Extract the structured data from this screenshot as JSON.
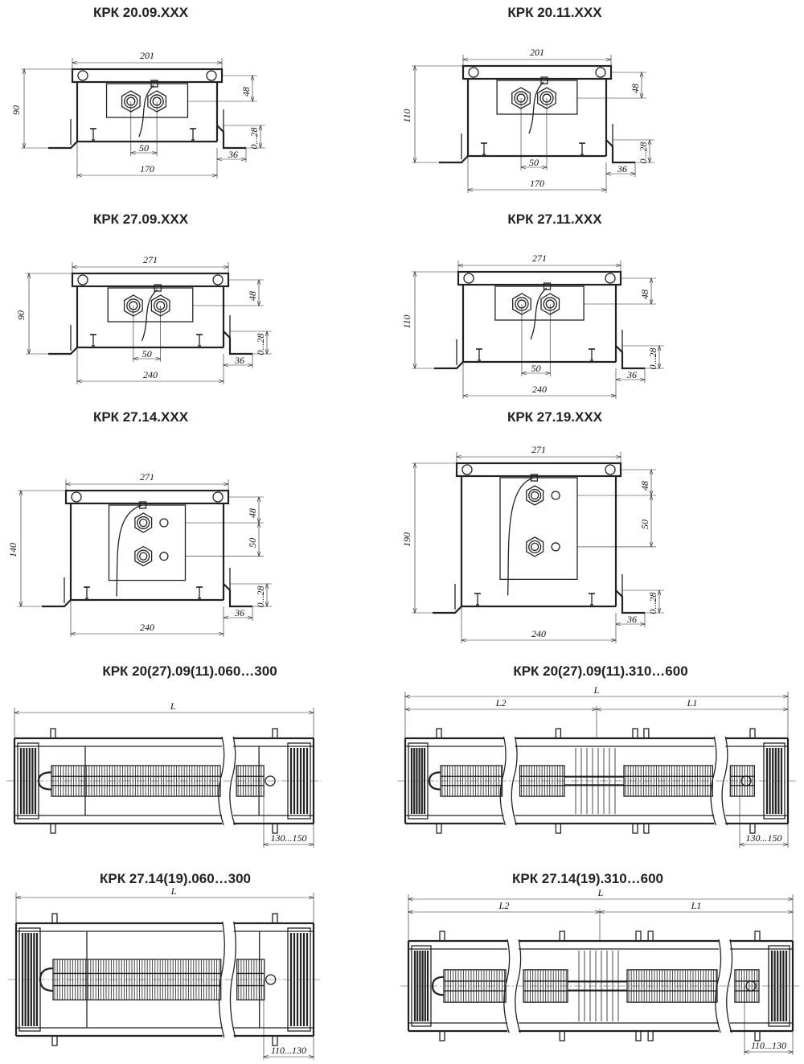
{
  "sections": [
    {
      "title": "КРК 20.09.ХХХ",
      "dims": {
        "width": "201",
        "height": "90",
        "top": "48",
        "adj": "0...28",
        "spacing": "50",
        "flange": "36",
        "base": "170"
      }
    },
    {
      "title": "КРК 20.11.ХХХ",
      "dims": {
        "width": "201",
        "height": "110",
        "top": "48",
        "adj": "0...28",
        "spacing": "50",
        "flange": "36",
        "base": "170"
      }
    },
    {
      "title": "КРК 27.09.ХХХ",
      "dims": {
        "width": "271",
        "height": "90",
        "top": "48",
        "adj": "0...28",
        "spacing": "50",
        "flange": "36",
        "base": "240"
      }
    },
    {
      "title": "КРК 27.11.ХХХ",
      "dims": {
        "width": "271",
        "height": "110",
        "top": "48",
        "adj": "0...28",
        "spacing": "50",
        "flange": "36",
        "base": "240"
      }
    },
    {
      "title": "КРК 27.14.ХХХ",
      "dims": {
        "width": "271",
        "height": "140",
        "top": "48",
        "mid": "50",
        "adj": "0...28",
        "flange": "36",
        "base": "240"
      }
    },
    {
      "title": "КРК 27.19.ХХХ",
      "dims": {
        "width": "271",
        "height": "190",
        "top": "48",
        "mid": "50",
        "adj": "0...28",
        "flange": "36",
        "base": "240"
      }
    },
    {
      "title": "КРК 20(27).09(11).060…300",
      "dims": {
        "length": "L",
        "end": "130...150"
      }
    },
    {
      "title": "КРК 20(27).09(11).310…600",
      "dims": {
        "length": "L",
        "l2": "L2",
        "l1": "L1",
        "end": "130...150"
      }
    },
    {
      "title": "КРК 27.14(19).060…300",
      "dims": {
        "length": "L",
        "end": "110...130"
      }
    },
    {
      "title": "КРК 27.14(19).310…600",
      "dims": {
        "length": "L",
        "l2": "L2",
        "l1": "L1",
        "end": "110...130"
      }
    }
  ]
}
